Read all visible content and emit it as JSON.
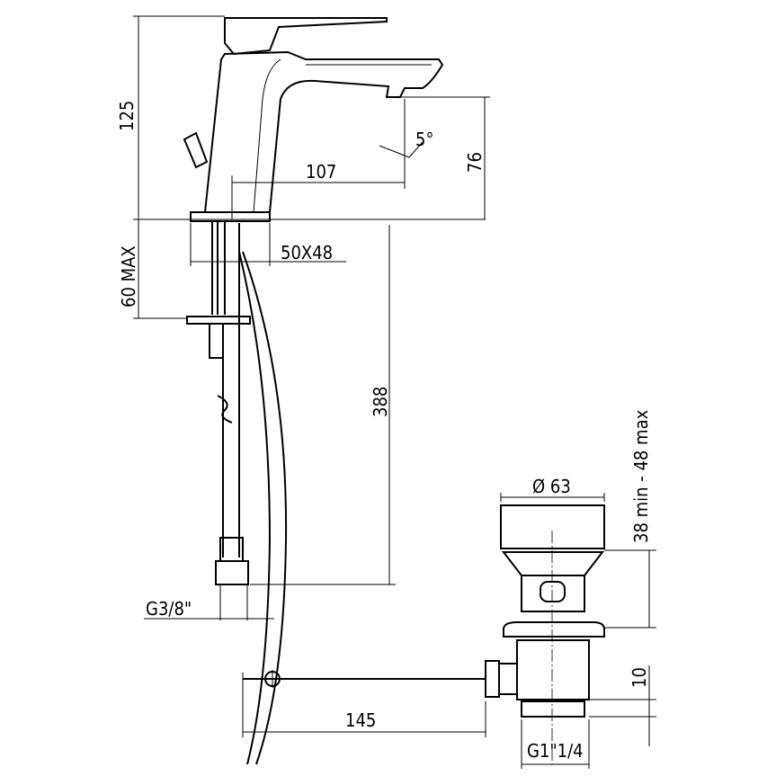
{
  "dimensions": {
    "height_total": "125",
    "spout_height": "76",
    "spout_reach": "107",
    "spout_angle": "5°",
    "base_size": "50X48",
    "deck_thickness": "60 MAX",
    "hose_length": "388",
    "hose_thread": "G3/8\"",
    "drain_diameter": "Ø 63",
    "drain_range": "38 min - 48 max",
    "drain_thread_height": "10",
    "rod_length": "145",
    "drain_thread": "G1\"1/4"
  }
}
